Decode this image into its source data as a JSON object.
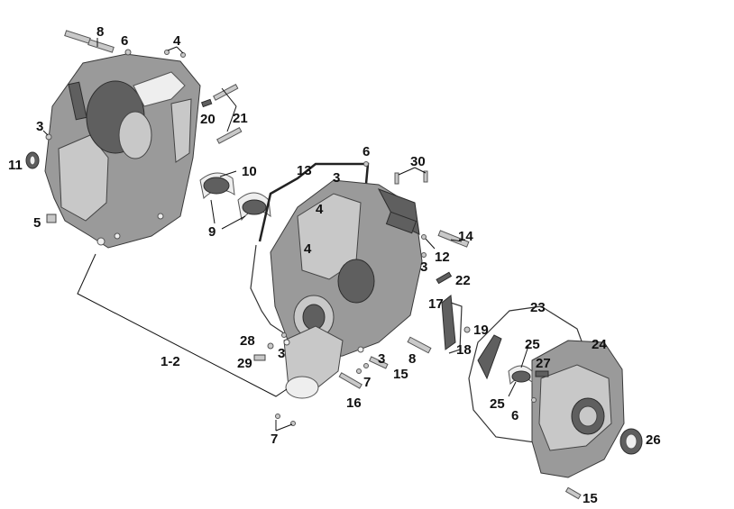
{
  "diagram": {
    "parts": {
      "left_crankcase": "left-crankcase-half",
      "right_crankcase": "right-crankcase-half",
      "cover": "crankcase-cover"
    },
    "callouts": {
      "c8_top": "8",
      "c6_top": "6",
      "c4_top": "4",
      "c3_left": "3",
      "c11": "11",
      "c5": "5",
      "c20": "20",
      "c21": "21",
      "c10": "10",
      "c9": "9",
      "c13": "13",
      "c6_mid": "6",
      "c3_mid": "3",
      "c30": "30",
      "c4_mid_a": "4",
      "c4_mid_b": "4",
      "c14": "14",
      "c12": "12",
      "c3_right": "3",
      "c22": "22",
      "c17": "17",
      "c19": "19",
      "c18": "18",
      "c23": "23",
      "c24": "24",
      "c25_a": "25",
      "c27": "27",
      "c25_b": "25",
      "c6_low": "6",
      "c26": "26",
      "c15_low": "15",
      "c28": "28",
      "c3_low": "3",
      "c29": "29",
      "c3_low_b": "3",
      "c8_low": "8",
      "c15_mid": "15",
      "c7_mid": "7",
      "c16": "16",
      "c7_low": "7",
      "c1_2": "1-2"
    }
  }
}
